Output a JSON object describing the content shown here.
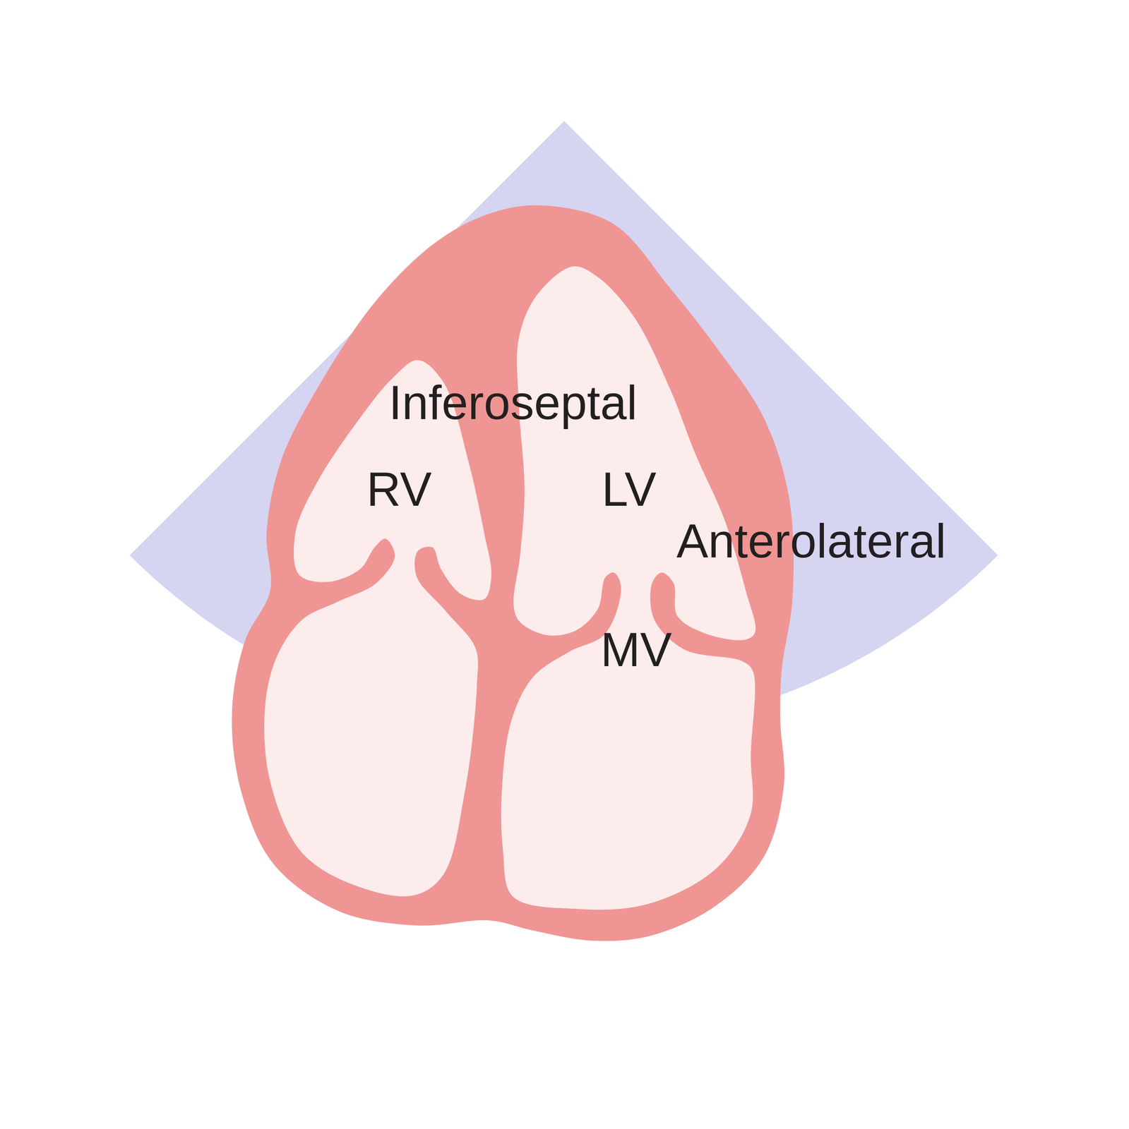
{
  "diagram": {
    "labels": [
      "Inferoseptal",
      "RV",
      "LV",
      "Anterolateral",
      "MV"
    ]
  }
}
